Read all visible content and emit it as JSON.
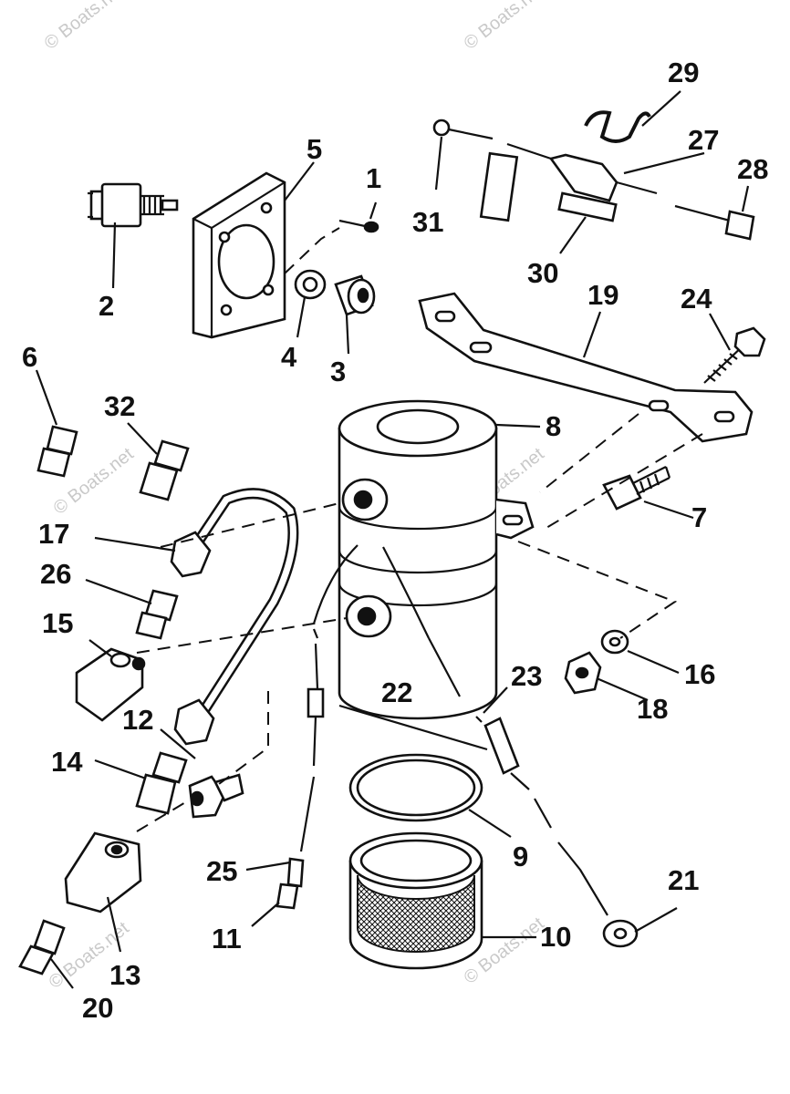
{
  "watermark": "© Boats.net",
  "callouts": [
    {
      "id": "c1",
      "num": "1"
    },
    {
      "id": "c2",
      "num": "2"
    },
    {
      "id": "c3",
      "num": "3"
    },
    {
      "id": "c4",
      "num": "4"
    },
    {
      "id": "c5",
      "num": "5"
    },
    {
      "id": "c6",
      "num": "6"
    },
    {
      "id": "c7",
      "num": "7"
    },
    {
      "id": "c8",
      "num": "8"
    },
    {
      "id": "c9",
      "num": "9"
    },
    {
      "id": "c10",
      "num": "10"
    },
    {
      "id": "c11",
      "num": "11"
    },
    {
      "id": "c12",
      "num": "12"
    },
    {
      "id": "c13",
      "num": "13"
    },
    {
      "id": "c14",
      "num": "14"
    },
    {
      "id": "c15",
      "num": "15"
    },
    {
      "id": "c16",
      "num": "16"
    },
    {
      "id": "c17",
      "num": "17"
    },
    {
      "id": "c18",
      "num": "18"
    },
    {
      "id": "c19",
      "num": "19"
    },
    {
      "id": "c20",
      "num": "20"
    },
    {
      "id": "c21",
      "num": "21"
    },
    {
      "id": "c22",
      "num": "22"
    },
    {
      "id": "c23",
      "num": "23"
    },
    {
      "id": "c24",
      "num": "24"
    },
    {
      "id": "c25",
      "num": "25"
    },
    {
      "id": "c26",
      "num": "26"
    },
    {
      "id": "c27",
      "num": "27"
    },
    {
      "id": "c28",
      "num": "28"
    },
    {
      "id": "c29",
      "num": "29"
    },
    {
      "id": "c30",
      "num": "30"
    },
    {
      "id": "c31",
      "num": "31"
    },
    {
      "id": "c32",
      "num": "32"
    }
  ]
}
